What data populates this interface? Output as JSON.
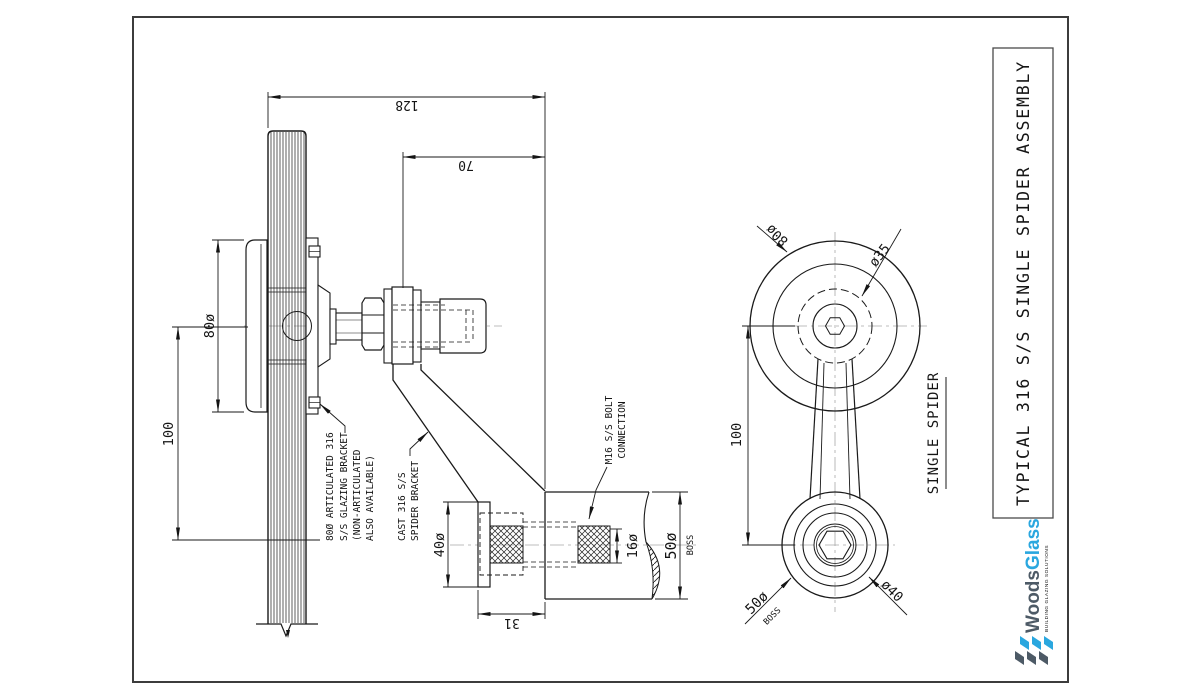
{
  "title_block": {
    "title": "TYPICAL 316 S/S SINGLE SPIDER ASSEMBLY"
  },
  "logo": {
    "name_left": "Woods",
    "name_right": "Glass",
    "tagline": "BUILDING GLAZING SOLUTIONS",
    "dark": "#4d5a66",
    "blue": "#2aa7df"
  },
  "side_view": {
    "dims": {
      "width_overall": "128",
      "width_bracket": "70",
      "glazing_dia": "80ø",
      "height": "100",
      "flange_dia": "40ø",
      "thread_dia": "16ø",
      "boss_dia": "50ø",
      "boss_word": "BOSS",
      "boss_depth": "31"
    },
    "notes": {
      "glazing_line1": "80Ø ARTICULATED 316",
      "glazing_line2": "S/S GLAZING BRACKET",
      "glazing_line3": "(NON-ARTICULATED",
      "glazing_line4": "ALSO AVAILABLE)",
      "spider_line1": "CAST 316 S/S",
      "spider_line2": "SPIDER BRACKET",
      "bolt_line1": "M16 S/S BOLT",
      "bolt_line2": "CONNECTION"
    }
  },
  "front_view": {
    "caption": "SINGLE SPIDER",
    "labels": {
      "outer_dia": "80ø",
      "hub_dia": "ø35",
      "boss_dia": "50ø",
      "boss_word": "BOSS",
      "arm_dia": "ø40",
      "height": "100"
    }
  }
}
